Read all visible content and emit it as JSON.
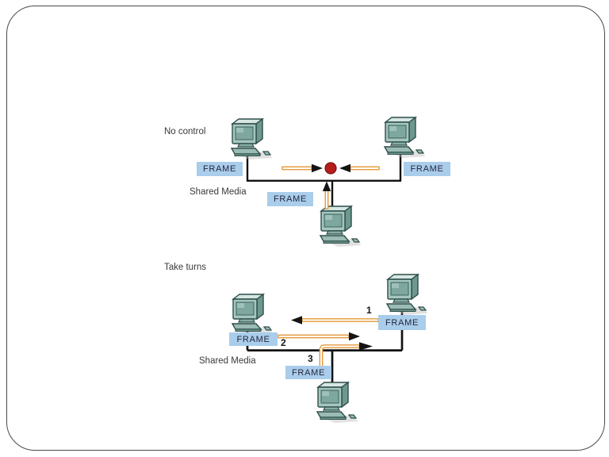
{
  "colors": {
    "page_bg": "#ffffff",
    "border": "#4a4a4a",
    "label": "#3a3a3a",
    "frame_bg": "#a9cdeb",
    "frame_text": "#26263c",
    "wire": "#121212",
    "arrow": "#e59a3a",
    "collision": "#b51d1d"
  },
  "top_diagram": {
    "title": "No control",
    "media_label": "Shared Media",
    "frame_left": "FRAME",
    "frame_right": "FRAME",
    "frame_bottom": "FRAME"
  },
  "bottom_diagram": {
    "title": "Take turns",
    "media_label": "Shared Media",
    "frame_right": "FRAME",
    "frame_left": "FRAME",
    "frame_bottom": "FRAME",
    "step1": "1",
    "step2": "2",
    "step3": "3"
  }
}
